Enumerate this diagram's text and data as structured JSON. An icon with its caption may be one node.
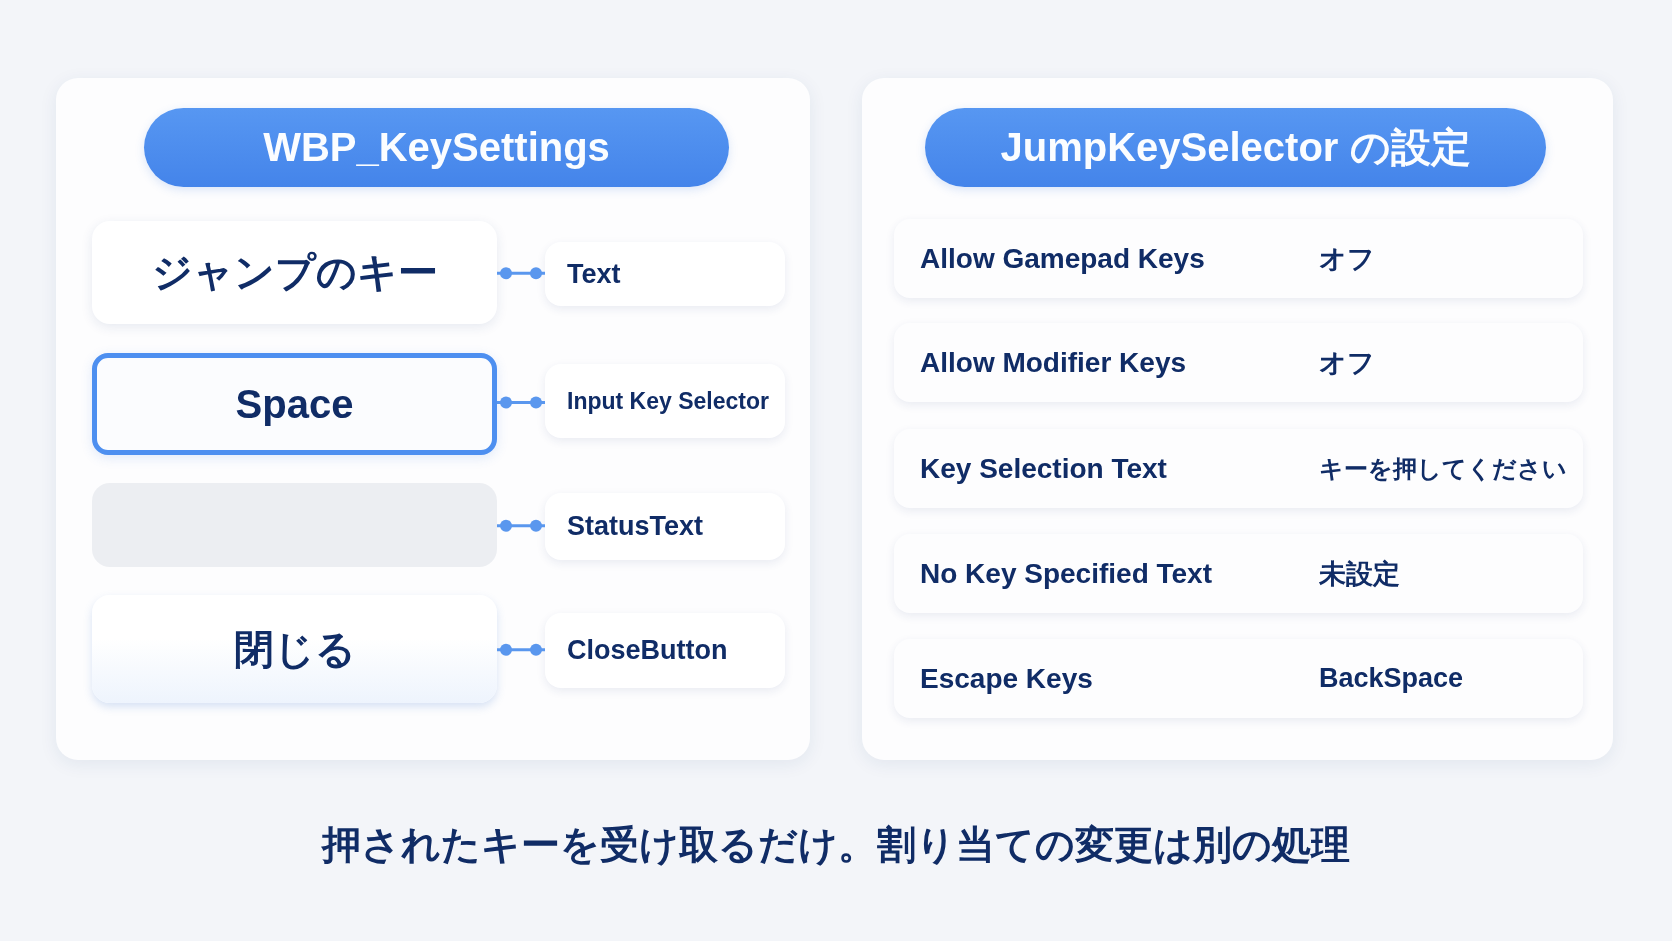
{
  "diagram": {
    "nodes": [
      {
        "text": [
          "WBP_KeySettings"
        ]
      },
      {
        "text": [
          "ジャンプのキー"
        ],
        "in": 0
      },
      {
        "text": [
          "Text"
        ],
        "in": 0
      },
      {
        "text": [
          "Space"
        ],
        "in": 0
      },
      {
        "text": [
          "Input Key Selector"
        ],
        "in": 0
      },
      {
        "text": [],
        "shape": "box",
        "in": 0
      },
      {
        "text": [
          "StatusText"
        ],
        "in": 0
      },
      {
        "text": [
          "閉じる"
        ],
        "in": 0
      },
      {
        "text": [
          "CloseButton"
        ],
        "in": 0
      },
      {
        "text": [
          "JumpKeySelector の設定"
        ]
      },
      {
        "text": [
          "Allow Gamepad Keys",
          "オフ"
        ],
        "in": 9
      },
      {
        "text": [
          "Allow Modifier Keys",
          "オフ"
        ],
        "in": 9
      },
      {
        "text": [
          "Key Selection Text",
          "キーを押してください"
        ],
        "in": 9
      },
      {
        "text": [
          "No Key Specified Text",
          "未設定"
        ],
        "in": 9
      },
      {
        "text": [
          "Escape Keys",
          "BackSpace"
        ],
        "in": 9
      }
    ],
    "edges": [
      {
        "from": 1,
        "to": 2,
        "arrow": "other"
      },
      {
        "from": 3,
        "to": 4,
        "arrow": "other"
      },
      {
        "from": 5,
        "to": 6,
        "arrow": "other"
      },
      {
        "from": 7,
        "to": 8,
        "arrow": "other"
      }
    ],
    "caption": "押されたキーを受け取るだけ。割り当ての変更は別の処理"
  }
}
